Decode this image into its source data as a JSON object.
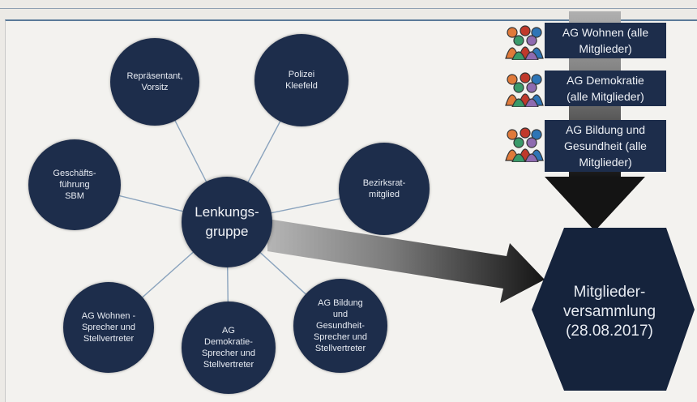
{
  "center": {
    "label": "Lenkungs-\ngruppe"
  },
  "satellites": [
    {
      "id": "repraesentant",
      "label": "Repräsentant,\nVorsitz"
    },
    {
      "id": "polizei",
      "label": "Polizei\nKleefeld"
    },
    {
      "id": "bezirksrat",
      "label": "Bezirksrat-\nmitglied"
    },
    {
      "id": "geschaeftsfuehrung",
      "label": "Geschäfts-\nführung\nSBM"
    },
    {
      "id": "ag-wohnen-sprecher",
      "label": "AG Wohnen -\nSprecher und\nStellvertreter"
    },
    {
      "id": "ag-demokratie-sprecher",
      "label": "AG\nDemokratie-\nSprecher und\nStellvertreter"
    },
    {
      "id": "ag-bildung-sprecher",
      "label": "AG Bildung\nund\nGesundheit-\nSprecher und\nStellvertreter"
    }
  ],
  "working_groups": [
    {
      "label": "AG Wohnen (alle\nMitglieder)"
    },
    {
      "label": "AG Demokratie\n(alle Mitglieder)"
    },
    {
      "label": "AG Bildung und\nGesundheit (alle\nMitglieder)"
    }
  ],
  "assembly": {
    "label": "Mitglieder-\nversammlung\n(28.08.2017)"
  },
  "colors": {
    "node": "#1d2d4b",
    "connector": "#8aa3bd",
    "arrow_dark": "#1a1a1a",
    "arrow_light": "#a8a8a8",
    "person_colors": [
      "#e07a3a",
      "#3a9a6a",
      "#c0392b",
      "#2e75b6",
      "#8e6bb0"
    ]
  },
  "icons": [
    "people-group-icon"
  ]
}
